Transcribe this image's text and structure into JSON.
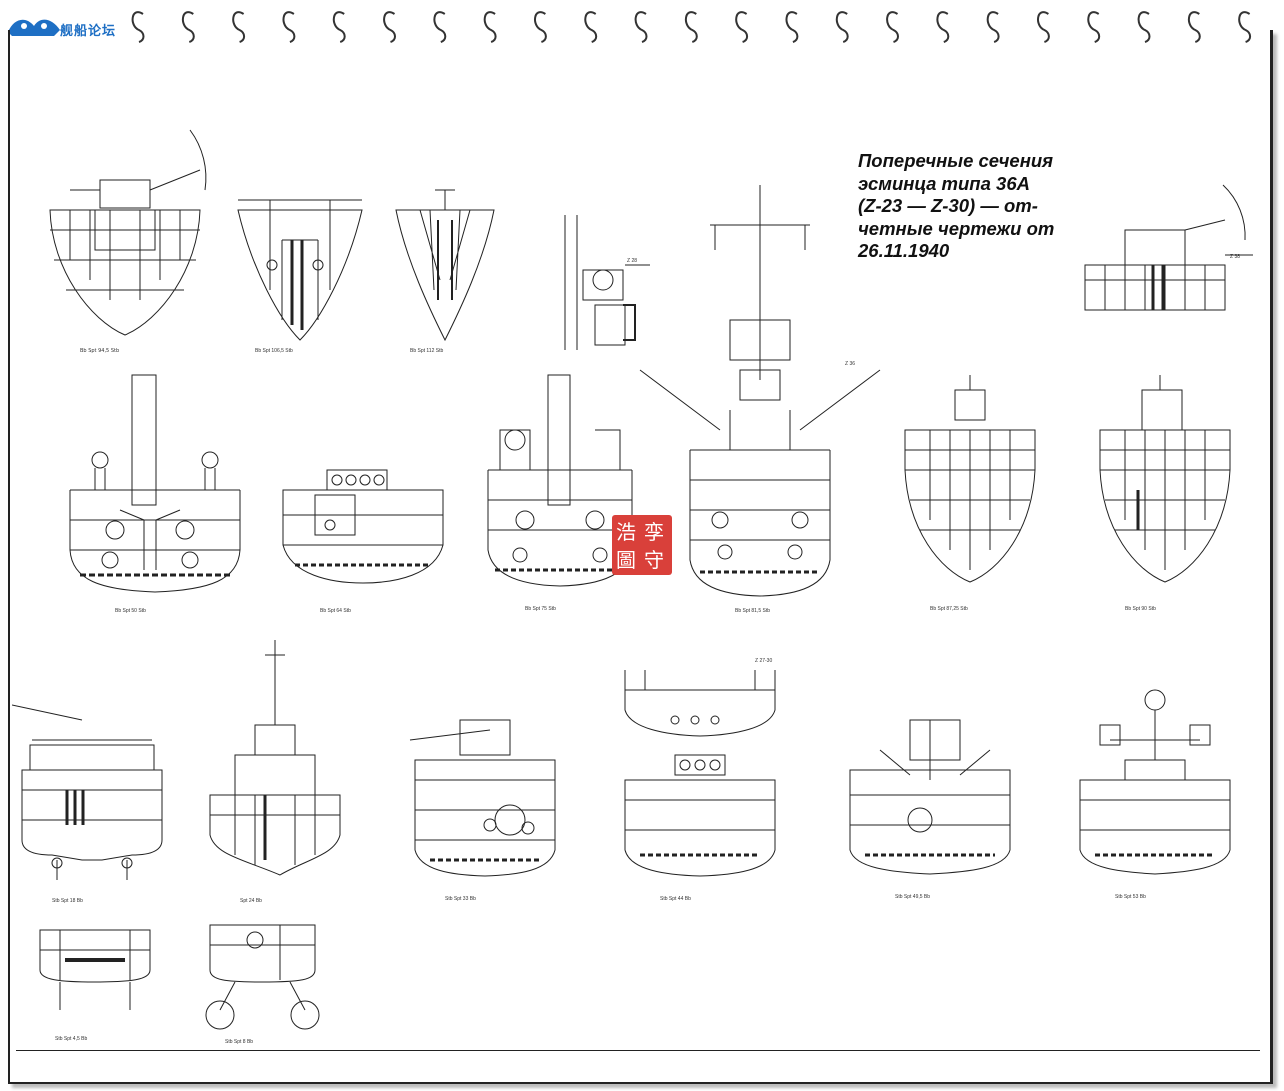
{
  "title": {
    "lines": [
      "Поперечные сечения",
      "эсминца типа 36А",
      "(Z-23 — Z-30) — от-",
      "четные чертежи от",
      "26.11.1940"
    ]
  },
  "watermark_logo": {
    "text": "舰船论坛"
  },
  "stamp": {
    "chars": [
      "浩",
      "孪",
      "圖",
      "守"
    ]
  },
  "colors": {
    "ink": "#222222",
    "stamp": "#d9403a",
    "logo": "#1e6fc4"
  },
  "drawings": [
    {
      "id": "s1",
      "caption": "Bb   Spt 94,5   Stb"
    },
    {
      "id": "s2",
      "caption": "Bb   Spt 106,5   Stb"
    },
    {
      "id": "s3",
      "caption": "Bb   Spt 112   Stb"
    },
    {
      "id": "s4",
      "caption": "Z 28"
    },
    {
      "id": "s5",
      "caption": "Z 38"
    },
    {
      "id": "s6",
      "caption": "Bb   Spt 50   Stb"
    },
    {
      "id": "s7",
      "caption": "Bb   Spt 64   Stb"
    },
    {
      "id": "s8",
      "caption": "Bb   Spt 75   Stb"
    },
    {
      "id": "s9",
      "caption": "Bb   Spt 81,5   Stb"
    },
    {
      "id": "s10",
      "caption": "Bb   Spt 87,25   Stb"
    },
    {
      "id": "s11",
      "caption": "Bb   Spt 90   Stb"
    },
    {
      "id": "s12",
      "caption": "Stb   Spt 18   Bb"
    },
    {
      "id": "s13",
      "caption": "Spt 24   Bb"
    },
    {
      "id": "s14",
      "caption": "Stb   Spt 33   Bb"
    },
    {
      "id": "s15",
      "caption": "Stb   Spt 44   Bb"
    },
    {
      "id": "s16",
      "caption": "Stb   Spt 49,5   Bb"
    },
    {
      "id": "s17",
      "caption": "Stb   Spt 53   Bb"
    },
    {
      "id": "s18",
      "caption": "Stb   Spt 4,5   Bb"
    },
    {
      "id": "s19",
      "caption": "Stb   Spt 8   Bb"
    },
    {
      "id": "s20",
      "caption": "Z 27-30"
    },
    {
      "id": "s21",
      "caption": "Z 36"
    }
  ]
}
